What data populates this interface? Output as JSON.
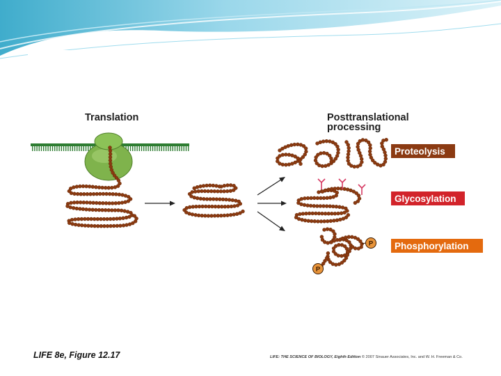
{
  "colors": {
    "banner_light": "#d8f1f8",
    "banner_mid": "#8fd3e8",
    "banner_dark": "#2aa3c6",
    "chain": "#8b3a10",
    "ribosome": "#7fb34c",
    "mrna": "#2e7d32",
    "proteolysis_box": "#8b3a12",
    "glycosylation_box": "#d2232a",
    "phosphorylation_box": "#e46a0e",
    "phosphate": "#e8943a",
    "sugar": "#d63a63"
  },
  "headings": {
    "translation": "Translation",
    "posttranslational_line1": "Posttranslational",
    "posttranslational_line2": "processing"
  },
  "labels": {
    "proteolysis": "Proteolysis",
    "glycosylation": "Glycosylation",
    "phosphorylation": "Phosphorylation",
    "phosphate_symbol": "P"
  },
  "caption": "LIFE 8e, Figure 12.17",
  "credit": {
    "prefix": "LIFE: THE SCIENCE OF BIOLOGY, Eighth Edition",
    "rest": " © 2007 Sinauer Associates, Inc. and W. H. Freeman & Co."
  },
  "icons": [
    "ribosome-icon",
    "mrna-strand-icon",
    "phosphate-icon",
    "sugar-chain-icon",
    "arrow-icon"
  ]
}
